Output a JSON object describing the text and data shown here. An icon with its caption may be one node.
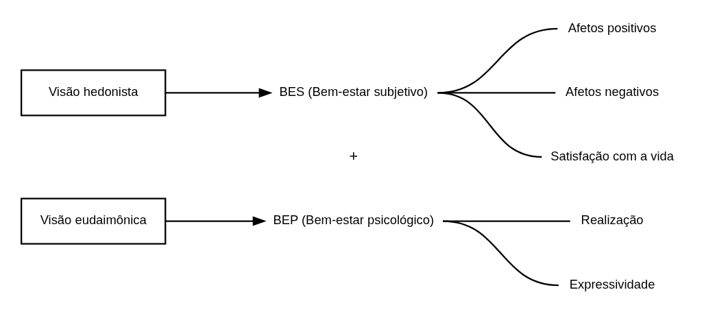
{
  "diagram": {
    "nodes": [
      {
        "text": [
          "Visão hedonista"
        ]
      },
      {
        "text": [
          "BES (Bem-estar subjetivo)"
        ]
      },
      {
        "text": [
          "Afetos positivos"
        ]
      },
      {
        "text": [
          "Afetos negativos"
        ]
      },
      {
        "text": [
          "Satisfação com a vida"
        ]
      },
      {
        "text": [
          "Visão eudaimônica"
        ]
      },
      {
        "text": [
          "BEP (Bem-estar psicológico)"
        ]
      },
      {
        "text": [
          "Realização"
        ]
      },
      {
        "text": [
          "Expressividade"
        ]
      }
    ],
    "edges": [
      {
        "from": 0,
        "to": 1,
        "arrow": "to"
      },
      {
        "from": 1,
        "to": 2,
        "arrow": "none"
      },
      {
        "from": 1,
        "to": 3,
        "arrow": "none"
      },
      {
        "from": 1,
        "to": 4,
        "arrow": "none"
      },
      {
        "from": 5,
        "to": 6,
        "arrow": "to"
      },
      {
        "from": 6,
        "to": 7,
        "arrow": "none"
      },
      {
        "from": 6,
        "to": 8,
        "arrow": "none"
      }
    ],
    "labels": [
      "+"
    ]
  }
}
